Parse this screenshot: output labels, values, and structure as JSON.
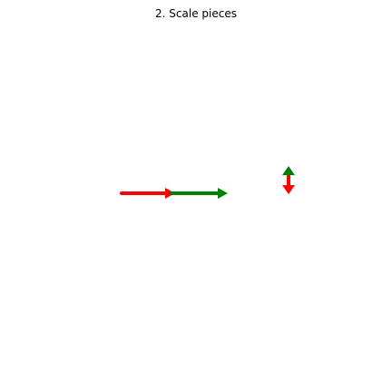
{
  "title": "2. Scale pieces",
  "colors": {
    "background": "#ffffff",
    "red": "#ff0000",
    "green": "#008000",
    "text": "#000000"
  },
  "pieces": [
    {
      "name": "horizontal-red-arrow",
      "color": "red",
      "direction": "right"
    },
    {
      "name": "horizontal-green-arrow",
      "color": "green",
      "direction": "right"
    },
    {
      "name": "vertical-green-arrow",
      "color": "green",
      "direction": "up"
    },
    {
      "name": "vertical-red-arrow",
      "color": "red",
      "direction": "down"
    }
  ]
}
